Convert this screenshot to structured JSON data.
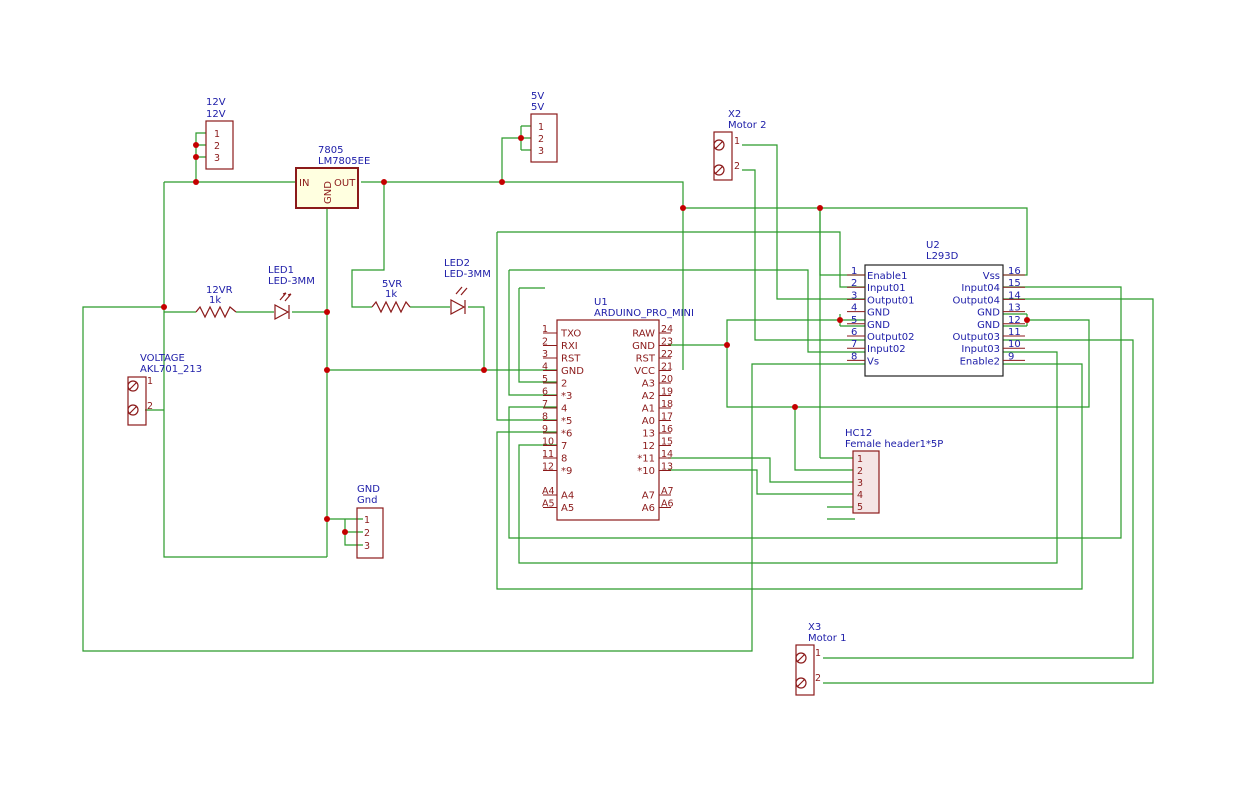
{
  "colors": {
    "wire": "#2a9a2a",
    "component": "#8b1a1a",
    "text": "#1c1ca8",
    "junction": "#c40000"
  },
  "components": {
    "j12v": {
      "ref": "12V",
      "value": "12V",
      "pins": [
        "1",
        "2",
        "3"
      ]
    },
    "j5v": {
      "ref": "5V",
      "value": "5V",
      "pins": [
        "1",
        "2",
        "3"
      ]
    },
    "jgnd": {
      "ref": "GND",
      "value": "Gnd",
      "pins": [
        "1",
        "2",
        "3"
      ]
    },
    "reg": {
      "ref": "7805",
      "value": "LM7805EE",
      "in": "IN",
      "out": "OUT",
      "gnd": "GND"
    },
    "r12": {
      "ref": "12VR",
      "value": "1k"
    },
    "r5": {
      "ref": "5VR",
      "value": "1k"
    },
    "led1": {
      "ref": "LED1",
      "value": "LED-3MM"
    },
    "led2": {
      "ref": "LED2",
      "value": "LED-3MM"
    },
    "voltage": {
      "ref": "VOLTAGE",
      "value": "AKL701_213",
      "pins": [
        "1",
        "2"
      ]
    },
    "x2": {
      "ref": "X2",
      "value": "Motor 2",
      "pins": [
        "1",
        "2"
      ]
    },
    "x3": {
      "ref": "X3",
      "value": "Motor 1",
      "pins": [
        "1",
        "2"
      ]
    },
    "hc12": {
      "ref": "HC12",
      "value": "Female header1*5P",
      "pins": [
        "1",
        "2",
        "3",
        "4",
        "5"
      ]
    },
    "u1": {
      "ref": "U1",
      "value": "ARDUINO_PRO_MINI",
      "left": [
        {
          "num": "1",
          "name": "TXO"
        },
        {
          "num": "2",
          "name": "RXI"
        },
        {
          "num": "3",
          "name": "RST"
        },
        {
          "num": "4",
          "name": "GND"
        },
        {
          "num": "5",
          "name": "2"
        },
        {
          "num": "6",
          "name": "*3"
        },
        {
          "num": "7",
          "name": "4"
        },
        {
          "num": "8",
          "name": "*5"
        },
        {
          "num": "9",
          "name": "*6"
        },
        {
          "num": "10",
          "name": "7"
        },
        {
          "num": "11",
          "name": "8"
        },
        {
          "num": "12",
          "name": "*9"
        },
        {
          "num": "A4",
          "name": "A4"
        },
        {
          "num": "A5",
          "name": "A5"
        }
      ],
      "right": [
        {
          "num": "24",
          "name": "RAW"
        },
        {
          "num": "23",
          "name": "GND"
        },
        {
          "num": "22",
          "name": "RST"
        },
        {
          "num": "21",
          "name": "VCC"
        },
        {
          "num": "20",
          "name": "A3"
        },
        {
          "num": "19",
          "name": "A2"
        },
        {
          "num": "18",
          "name": "A1"
        },
        {
          "num": "17",
          "name": "A0"
        },
        {
          "num": "16",
          "name": "13"
        },
        {
          "num": "15",
          "name": "12"
        },
        {
          "num": "14",
          "name": "*11"
        },
        {
          "num": "13",
          "name": "*10"
        },
        {
          "num": "A7",
          "name": "A7"
        },
        {
          "num": "A6",
          "name": "A6"
        }
      ]
    },
    "u2": {
      "ref": "U2",
      "value": "L293D",
      "left": [
        {
          "num": "1",
          "name": "Enable1"
        },
        {
          "num": "2",
          "name": "Input01"
        },
        {
          "num": "3",
          "name": "Output01"
        },
        {
          "num": "4",
          "name": "GND"
        },
        {
          "num": "5",
          "name": "GND"
        },
        {
          "num": "6",
          "name": "Output02"
        },
        {
          "num": "7",
          "name": "Input02"
        },
        {
          "num": "8",
          "name": "Vs"
        }
      ],
      "right": [
        {
          "num": "16",
          "name": "Vss"
        },
        {
          "num": "15",
          "name": "Input04"
        },
        {
          "num": "14",
          "name": "Output04"
        },
        {
          "num": "13",
          "name": "GND"
        },
        {
          "num": "12",
          "name": "GND"
        },
        {
          "num": "11",
          "name": "Output03"
        },
        {
          "num": "10",
          "name": "Input03"
        },
        {
          "num": "9",
          "name": "Enable2"
        }
      ]
    }
  }
}
